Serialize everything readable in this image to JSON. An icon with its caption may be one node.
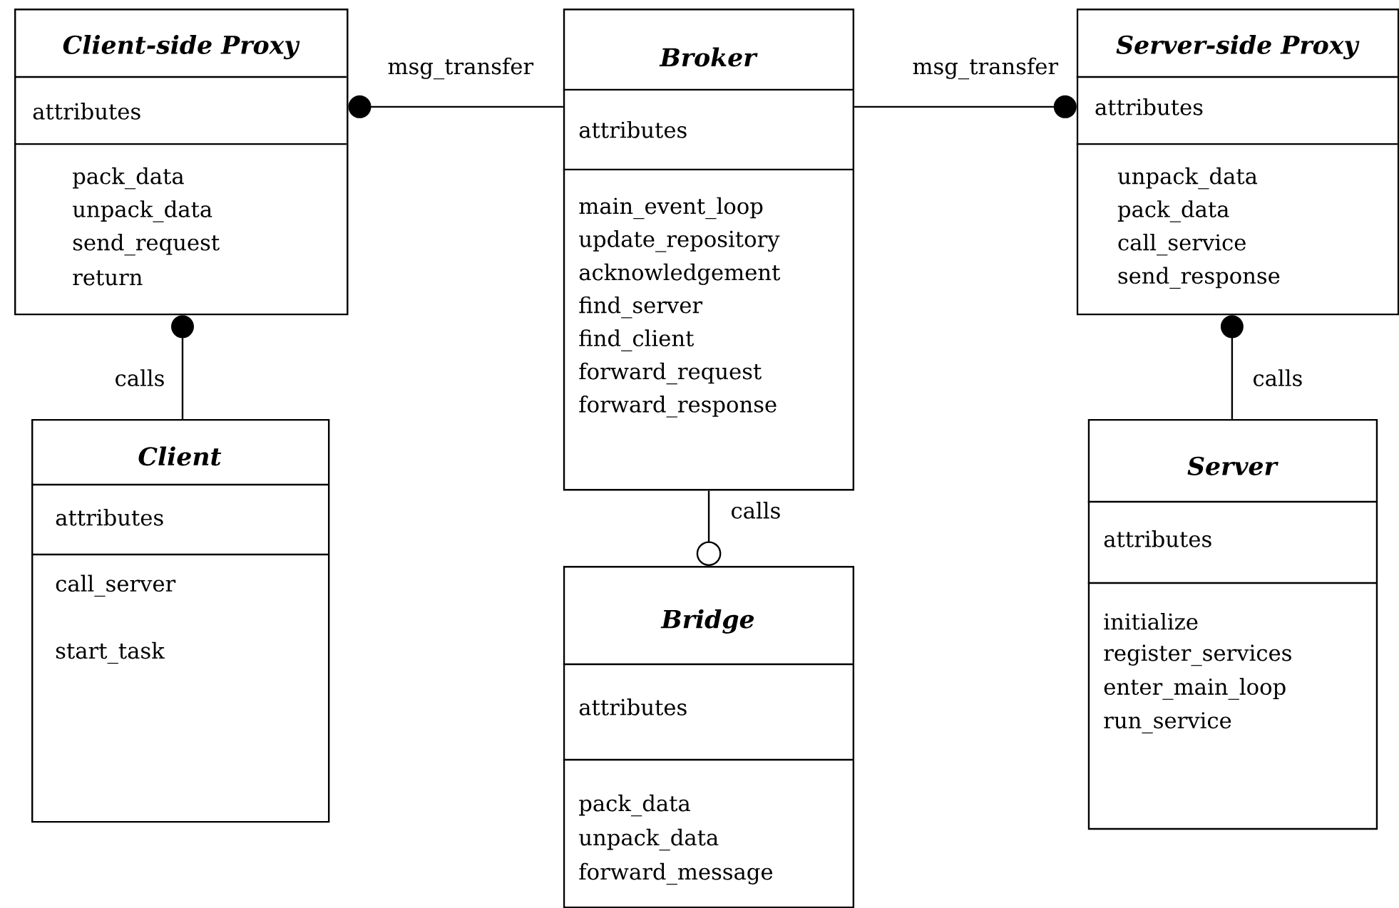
{
  "diagram": {
    "nodes": [
      {
        "text": [
          "Client-side Proxy",
          "attributes",
          "pack_data",
          "unpack_data",
          "send_request",
          "return"
        ]
      },
      {
        "text": [
          "Broker",
          "attributes",
          "main_event_loop",
          "update_repository",
          "acknowledgement",
          "find_server",
          "find_client",
          "forward_request",
          "forward_response"
        ]
      },
      {
        "text": [
          "Server-side Proxy",
          "attributes",
          "unpack_data",
          "pack_data",
          "call_service",
          "send_response"
        ]
      },
      {
        "text": [
          "Client",
          "attributes",
          "call_server",
          "start_task"
        ]
      },
      {
        "text": [
          "Bridge",
          "attributes",
          "pack_data",
          "unpack_data",
          "forward_message"
        ]
      },
      {
        "text": [
          "Server",
          "attributes",
          "initialize",
          "register_services",
          "enter_main_loop",
          "run_service"
        ]
      }
    ],
    "edges": [
      {
        "from": 1,
        "to": 0,
        "arrow": "other",
        "label": "msg_transfer"
      },
      {
        "from": 1,
        "to": 2,
        "arrow": "other",
        "label": "msg_transfer"
      },
      {
        "from": 3,
        "to": 0,
        "arrow": "other",
        "label": "calls"
      },
      {
        "from": 5,
        "to": 2,
        "arrow": "other",
        "label": "calls"
      },
      {
        "from": 1,
        "to": 4,
        "arrow": "other",
        "label": "calls"
      }
    ]
  }
}
